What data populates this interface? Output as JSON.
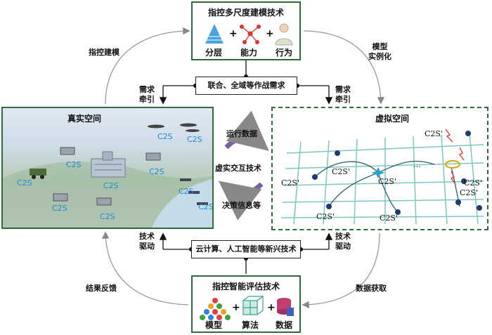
{
  "top_box": {
    "title": "指控多尺度建模技术",
    "items": [
      "分层",
      "能力",
      "行为"
    ]
  },
  "bottom_box": {
    "title": "指控智能评估技术",
    "items": [
      "模型",
      "算法",
      "数据"
    ]
  },
  "requirement_bar": "联合、全域等作战需求",
  "tech_bar": "云计算、人工智能等新兴技术",
  "side_labels": {
    "demand_left": "需求\n牵引",
    "demand_right": "需求\n牵引",
    "tech_left": "技术\n驱动",
    "tech_right": "技术\n驱动"
  },
  "cycle_labels": {
    "top_left": "指控建模",
    "top_right": "模型\n实例化",
    "bottom_left": "结果反馈",
    "bottom_right": "数据获取"
  },
  "real_space": {
    "title": "真实空间",
    "node_label": "C2S"
  },
  "virtual_space": {
    "title": "虚拟空间",
    "node_label": "C2S'",
    "ellipsis": "..."
  },
  "middle": {
    "run_data": "运行数据",
    "interaction": "虚实交互技术",
    "decision": "决策信息等"
  }
}
